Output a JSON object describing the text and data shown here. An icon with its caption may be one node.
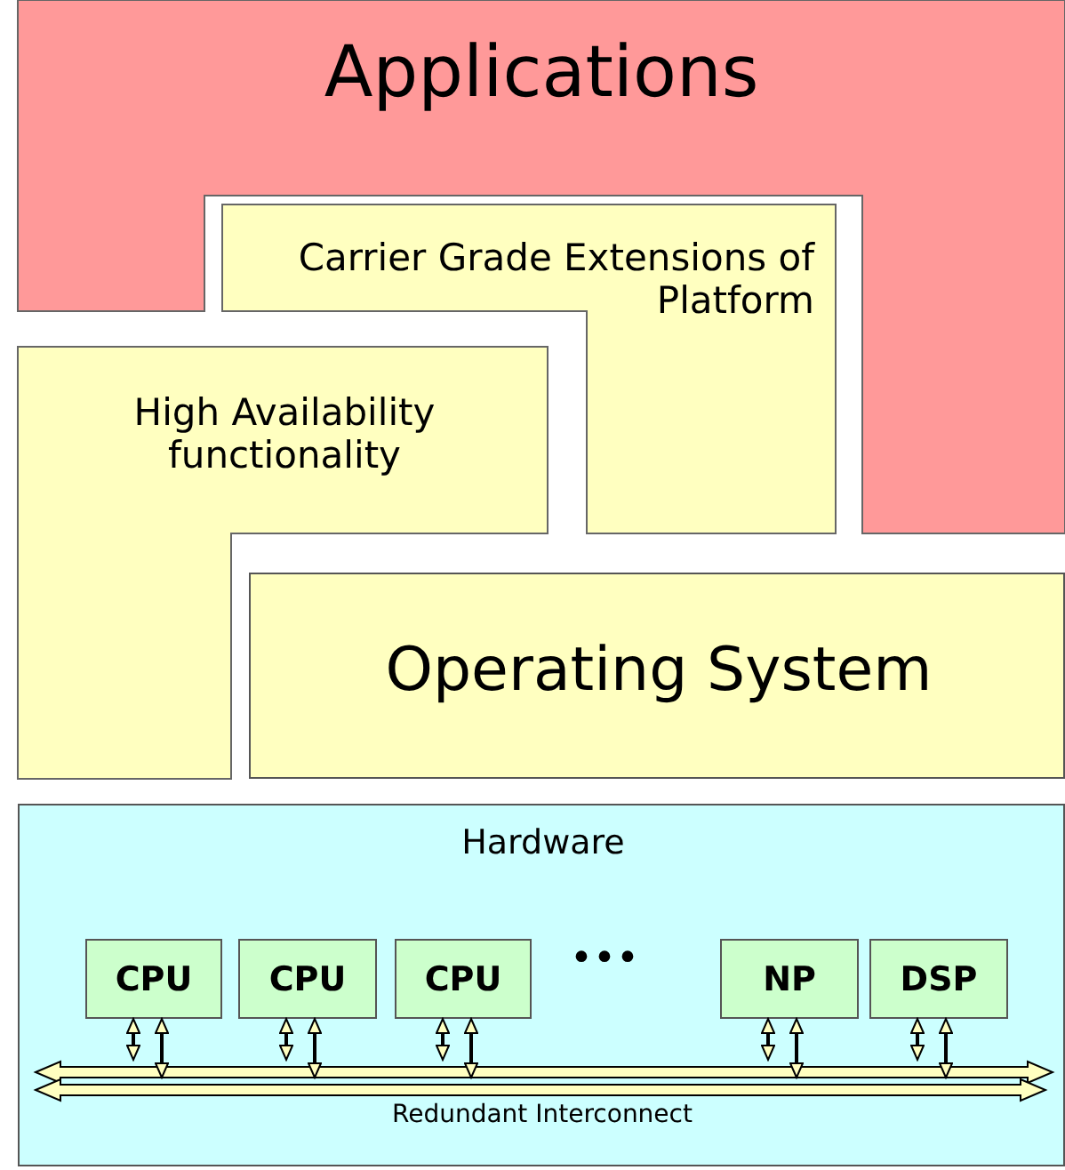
{
  "diagram": {
    "nodes": [
      {
        "text": [
          "Applications"
        ]
      },
      {
        "text": [
          "Carrier Grade Extensions of Platform"
        ]
      },
      {
        "text": [
          "High Availability functionality"
        ]
      },
      {
        "text": [
          "Operating System"
        ]
      },
      {
        "text": [
          "Hardware"
        ]
      },
      {
        "text": [
          "CPU"
        ],
        "in": 4
      },
      {
        "text": [
          "CPU"
        ],
        "in": 4
      },
      {
        "text": [
          "CPU"
        ],
        "in": 4
      },
      {
        "text": [
          "NP"
        ],
        "in": 4
      },
      {
        "text": [
          "DSP"
        ],
        "in": 4
      },
      {
        "text": [],
        "shape": "bar",
        "in": 4
      },
      {
        "text": [],
        "shape": "bar",
        "in": 4
      }
    ],
    "edges": [
      {
        "from": 5,
        "to": 10,
        "arrow": "both"
      },
      {
        "from": 5,
        "to": 11,
        "arrow": "both"
      },
      {
        "from": 6,
        "to": 10,
        "arrow": "both"
      },
      {
        "from": 6,
        "to": 11,
        "arrow": "both"
      },
      {
        "from": 7,
        "to": 10,
        "arrow": "both"
      },
      {
        "from": 7,
        "to": 11,
        "arrow": "both"
      },
      {
        "from": 8,
        "to": 10,
        "arrow": "both"
      },
      {
        "from": 8,
        "to": 11,
        "arrow": "both"
      },
      {
        "from": 9,
        "to": 10,
        "arrow": "both"
      },
      {
        "from": 9,
        "to": 11,
        "arrow": "both"
      }
    ],
    "labels": [
      "•••",
      "Redundant Interconnect"
    ]
  }
}
